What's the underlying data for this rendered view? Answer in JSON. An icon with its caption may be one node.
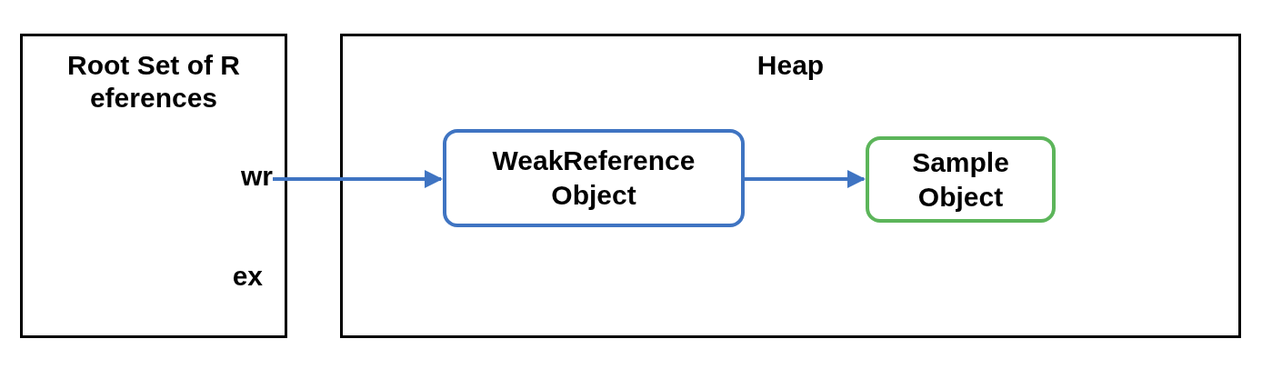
{
  "diagram": {
    "nodes": [
      {
        "text": [
          "Root Set of References"
        ]
      },
      {
        "text": [
          "wr"
        ],
        "in": 0
      },
      {
        "text": [
          "Heap"
        ]
      },
      {
        "text": [
          "WeakReference Object"
        ],
        "in": 2
      },
      {
        "text": [
          "Sample Object"
        ],
        "in": 2
      }
    ],
    "edges": [
      {
        "from": 1,
        "to": 3,
        "arrow": "to"
      },
      {
        "from": 3,
        "to": 4,
        "arrow": "to"
      }
    ],
    "labels": [
      "ex"
    ]
  }
}
